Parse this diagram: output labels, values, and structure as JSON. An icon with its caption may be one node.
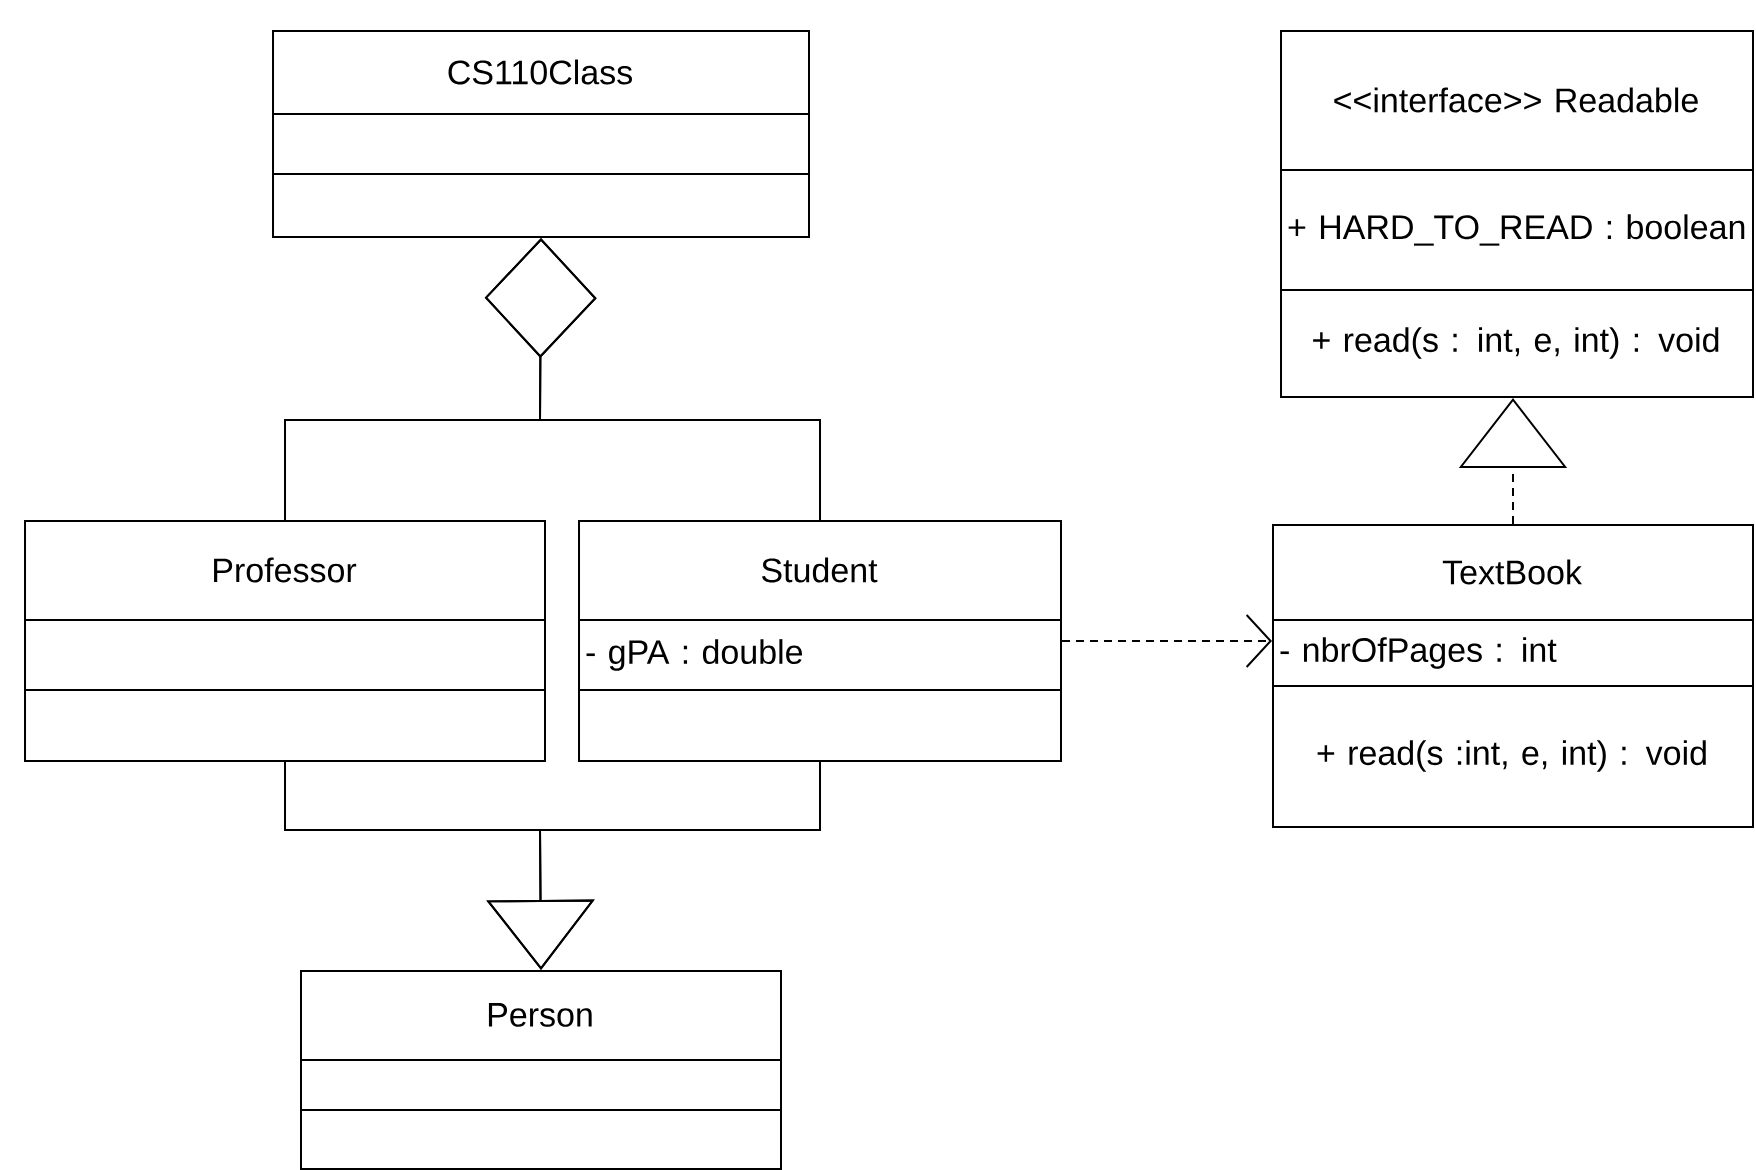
{
  "diagram": {
    "nodes": [
      {
        "text": [
          "CS110Class"
        ]
      },
      {
        "text": [
          "<<interface>> Readable",
          "+ HARD_TO_READ : boolean",
          "+ read(s : int, e, int) : void"
        ]
      },
      {
        "text": [
          "Professor"
        ]
      },
      {
        "text": [
          "Student",
          "- gPA : double"
        ]
      },
      {
        "text": [
          "TextBook",
          "- nbrOfPages : int",
          "+ read(s :int, e, int) : void"
        ]
      },
      {
        "text": [
          "Person"
        ]
      }
    ],
    "edges": [
      {
        "from": 2,
        "to": 0,
        "arrow": "other"
      },
      {
        "from": 3,
        "to": 0,
        "arrow": "other"
      },
      {
        "from": 2,
        "to": 5,
        "arrow": "to"
      },
      {
        "from": 3,
        "to": 5,
        "arrow": "to"
      },
      {
        "from": 3,
        "to": 4,
        "arrow": "to",
        "style": "dashed"
      },
      {
        "from": 4,
        "to": 1,
        "arrow": "to",
        "style": "dashed"
      }
    ]
  }
}
